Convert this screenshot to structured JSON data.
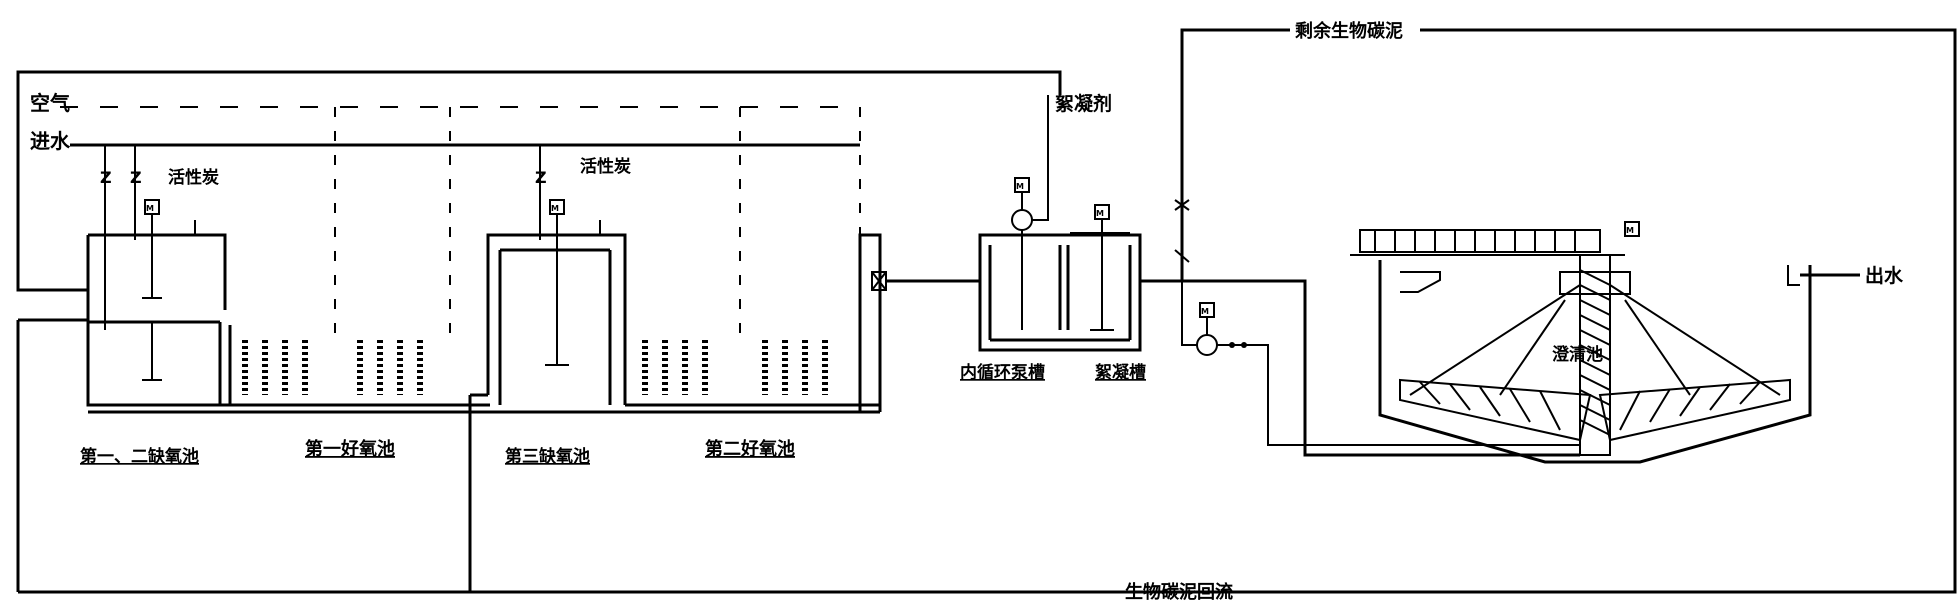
{
  "labels": {
    "air": "空气",
    "inflow": "进水",
    "activated_sludge_1": "活性炭",
    "activated_sludge_2": "活性炭",
    "flocculant": "絮凝剂",
    "excess_sludge": "剩余生物碳泥",
    "outflow": "出水",
    "return_sludge": "生物碳泥回流",
    "tank_anoxic_12": "第一、二缺氧池",
    "tank_aerobic_1": "第一好氧池",
    "tank_anoxic_3": "第三缺氧池",
    "tank_aerobic_2": "第二好氧池",
    "tank_circulation": "内循环泵槽",
    "tank_flocculation": "絮凝槽",
    "tank_clarifier": "澄清池",
    "motor_symbol": "M"
  }
}
